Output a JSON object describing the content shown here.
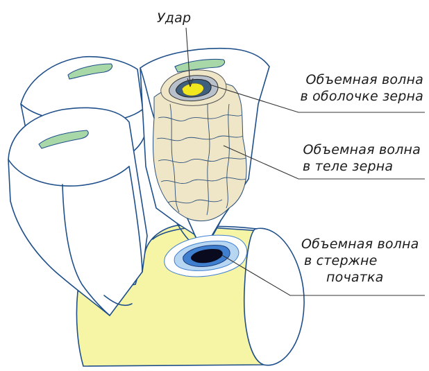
{
  "labels": {
    "impact": "Удар",
    "shell_wave": [
      "Объемная волна",
      "в оболочке зерна"
    ],
    "body_wave": [
      "Объемная волна",
      "в теле зерна"
    ],
    "core_wave": [
      "Объемная волна",
      "в стержне",
      "початка"
    ]
  },
  "colors": {
    "outline": "#1f4f8a",
    "cob_fill": "#f6f5a6",
    "grain_body": "#efe6c8",
    "shell_highlight": "#a9d8a8",
    "impact_center": "#f2e61e",
    "core_center": "#0a0a1e",
    "wave_blue": "#3f7fd0",
    "leader_line": "#333333"
  }
}
